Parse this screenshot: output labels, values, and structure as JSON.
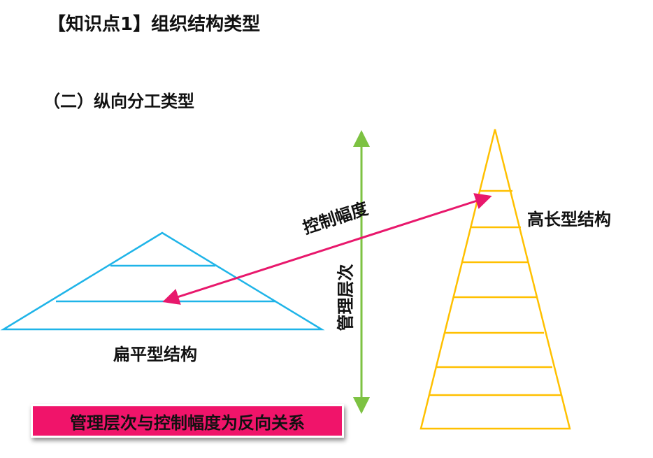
{
  "title": "【知识点1】组织结构类型",
  "subtitle": "（二）纵向分工类型",
  "flat_structure": {
    "label": "扁平型结构",
    "color": "#1fb4e8",
    "levels": 3
  },
  "tall_structure": {
    "label": "高长型结构",
    "color": "#ffc000",
    "levels": 8
  },
  "span_of_control": {
    "label": "控制幅度",
    "color": "#e8186c"
  },
  "management_levels": {
    "label": "管理层次",
    "color": "#7dc242"
  },
  "conclusion": {
    "text": "管理层次与控制幅度为反向关系",
    "color": "#f0146a"
  }
}
